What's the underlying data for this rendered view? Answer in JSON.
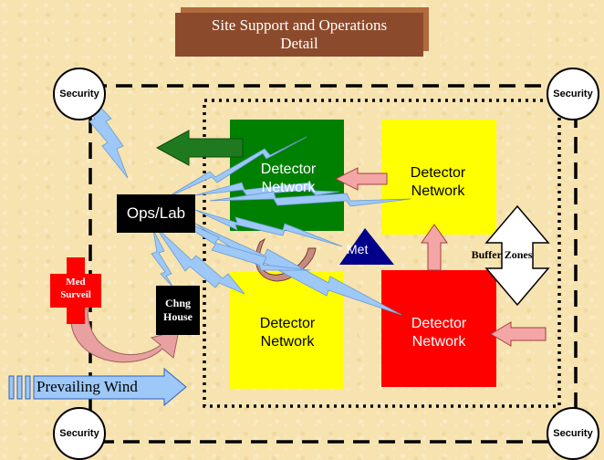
{
  "title": {
    "line1": "Site Support and Operations",
    "line2": "Detail"
  },
  "security_label": "Security",
  "networks": {
    "green": {
      "line1": "Detector",
      "line2": "Network",
      "color": "#008000"
    },
    "yellow_top": {
      "line1": "Detector",
      "line2": "Network",
      "color": "#ffff00"
    },
    "yellow_bottom": {
      "line1": "Detector",
      "line2": "Network",
      "color": "#ffff00"
    },
    "red": {
      "line1": "Detector",
      "line2": "Network",
      "color": "#ff0000"
    }
  },
  "ops_lab": "Ops/Lab",
  "met": "Met",
  "chng_house": {
    "line1": "Chng",
    "line2": "House"
  },
  "med_surveil": {
    "line1": "Med",
    "line2": "Surveil"
  },
  "buffer_zones": "Buffer Zones",
  "prevailing_wind": "Prevailing Wind",
  "colors": {
    "background": "#f6e3b0",
    "lightning": "#9dc8f8",
    "pink_arrow": "#f4a6a6",
    "title_box": "#8c4a2c"
  }
}
